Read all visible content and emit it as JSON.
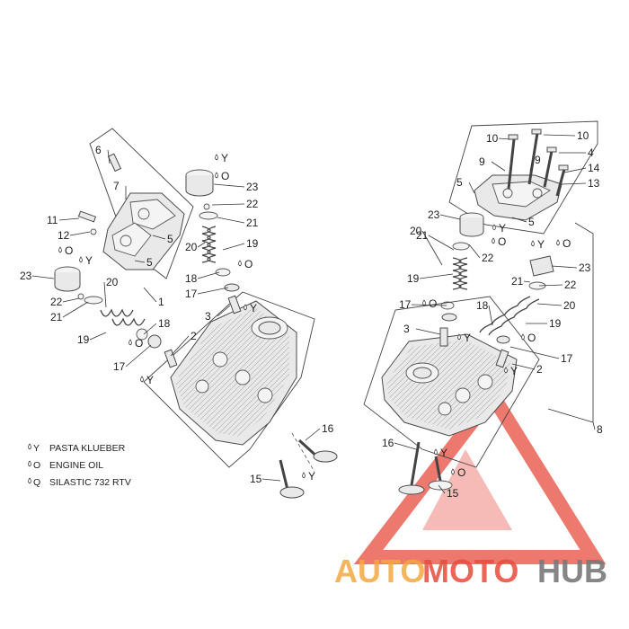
{
  "diagram": {
    "legend": [
      {
        "symbol": "Y",
        "text": "PASTA KLUEBER"
      },
      {
        "symbol": "O",
        "text": "ENGINE OIL"
      },
      {
        "symbol": "Q",
        "text": "SILASTIC 732 RTV"
      }
    ],
    "watermark": {
      "part1": "AUTO",
      "part2": "MOTO",
      "part3": "HUB",
      "color_red": "#e84c3d",
      "color_orange": "#f4a940",
      "color_gray": "#7a7a7a"
    },
    "left_group": {
      "labels": [
        "6",
        "7",
        "11",
        "12",
        "5",
        "5",
        "23",
        "22",
        "21",
        "20",
        "19",
        "18",
        "17",
        "1",
        "23",
        "22",
        "21",
        "20",
        "19",
        "18",
        "17",
        "3",
        "2",
        "16",
        "15"
      ],
      "symbols": [
        "Y",
        "O",
        "Y",
        "O",
        "Y",
        "O",
        "O",
        "Y",
        "Y"
      ]
    },
    "right_group": {
      "labels": [
        "10",
        "10",
        "9",
        "9",
        "4",
        "14",
        "13",
        "5",
        "5",
        "23",
        "22",
        "21",
        "19",
        "20",
        "17",
        "3",
        "18",
        "23",
        "22",
        "21",
        "20",
        "19",
        "17",
        "2",
        "8",
        "16",
        "15"
      ],
      "symbols": [
        "Y",
        "O",
        "O",
        "Y",
        "O",
        "Y",
        "O",
        "Y",
        "O",
        "Y"
      ]
    }
  }
}
